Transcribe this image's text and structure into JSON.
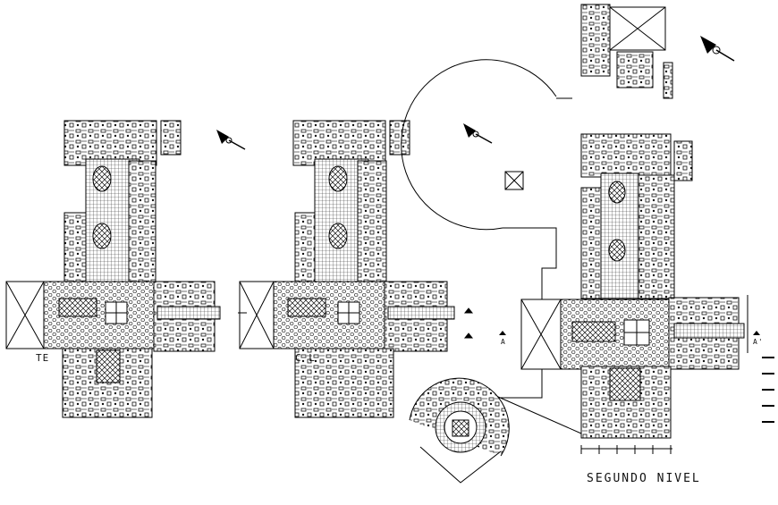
{
  "drawing": {
    "labels": {
      "plan_left": "TE",
      "plan_middle": "C                 L",
      "plan_right": "SEGUNDO NIVEL"
    },
    "section_marks": {
      "mark_a": "A",
      "mark_a_prime": "A'"
    },
    "icons": [
      "north-arrow-icon",
      "stair-icon",
      "section-marker-icon"
    ],
    "colors": {
      "line": "#000000",
      "background": "#ffffff",
      "hatch": "#222222"
    }
  }
}
